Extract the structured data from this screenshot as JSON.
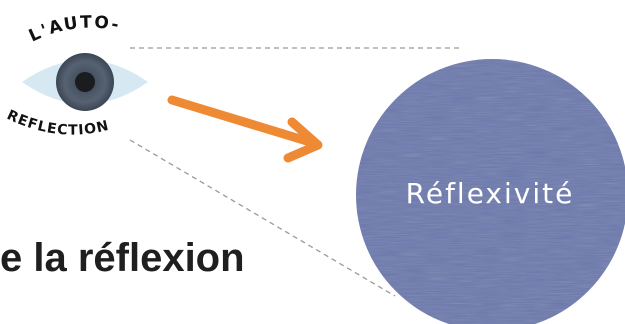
{
  "top_word": "L'AUTO-",
  "bottom_word": "REFLECTION",
  "circle_label": "Réflexivité",
  "heading": "e la réflexion",
  "colors": {
    "circle": "#6a78ad",
    "arrow": "#ef8a34",
    "eye_white": "#d6e8f2",
    "iris": "#4e5a6a",
    "pupil": "#1a1c20",
    "dashed_lines": "#9a9a9a",
    "label_text": "#ffffff",
    "heading_text": "#1f1f1f"
  },
  "icons": [
    "eye-icon",
    "arrow-icon"
  ]
}
